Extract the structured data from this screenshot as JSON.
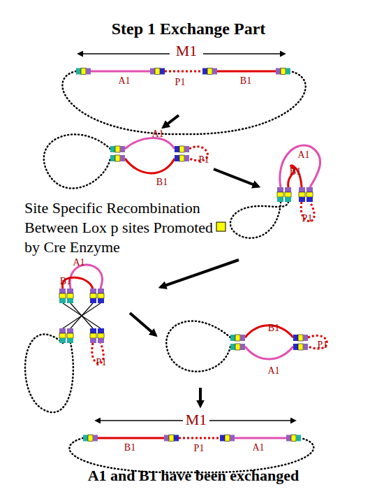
{
  "diagram": {
    "title": "Step 1 Exchange Part",
    "caption": "A1 and B1 have been exchanged",
    "labels": [
      "M1",
      "A1",
      "P1",
      "B1",
      "A1",
      "P1",
      "B1",
      "A1",
      "B1",
      "P1",
      "Site Specific Recombination Between Lox p sites Promoted by Cre Enzyme",
      "A1",
      "B1",
      "P1",
      "B1",
      "P1",
      "A1",
      "M1",
      "B1",
      "P1",
      "A1"
    ]
  }
}
